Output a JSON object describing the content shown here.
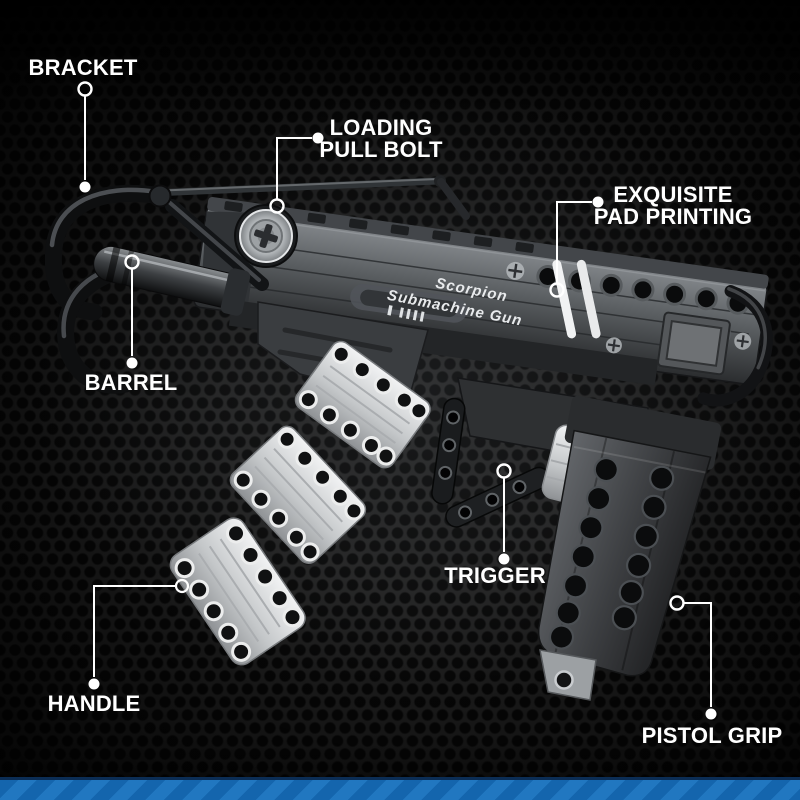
{
  "scene": {
    "background_color": "#0e0e0e",
    "leader_line_color": "#ffffff",
    "label_color": "#ffffff",
    "accent_bar_color": "#1465ad",
    "accent_bar_stripe_color": "#2177c0"
  },
  "model_print": {
    "line1": "Scorpion",
    "line2": "Submachine Gun"
  },
  "callouts": {
    "bracket": {
      "label": "BRACKET"
    },
    "loading_pull_bolt": {
      "line1": "LOADING",
      "line2": "PULL BOLT"
    },
    "exquisite_pad_printing": {
      "line1": "EXQUISITE",
      "line2": "PAD PRINTING"
    },
    "barrel": {
      "label": "BARREL"
    },
    "trigger": {
      "label": "TRIGGER"
    },
    "handle": {
      "label": "HANDLE"
    },
    "pistol_grip": {
      "label": "PISTOL GRIP"
    }
  }
}
